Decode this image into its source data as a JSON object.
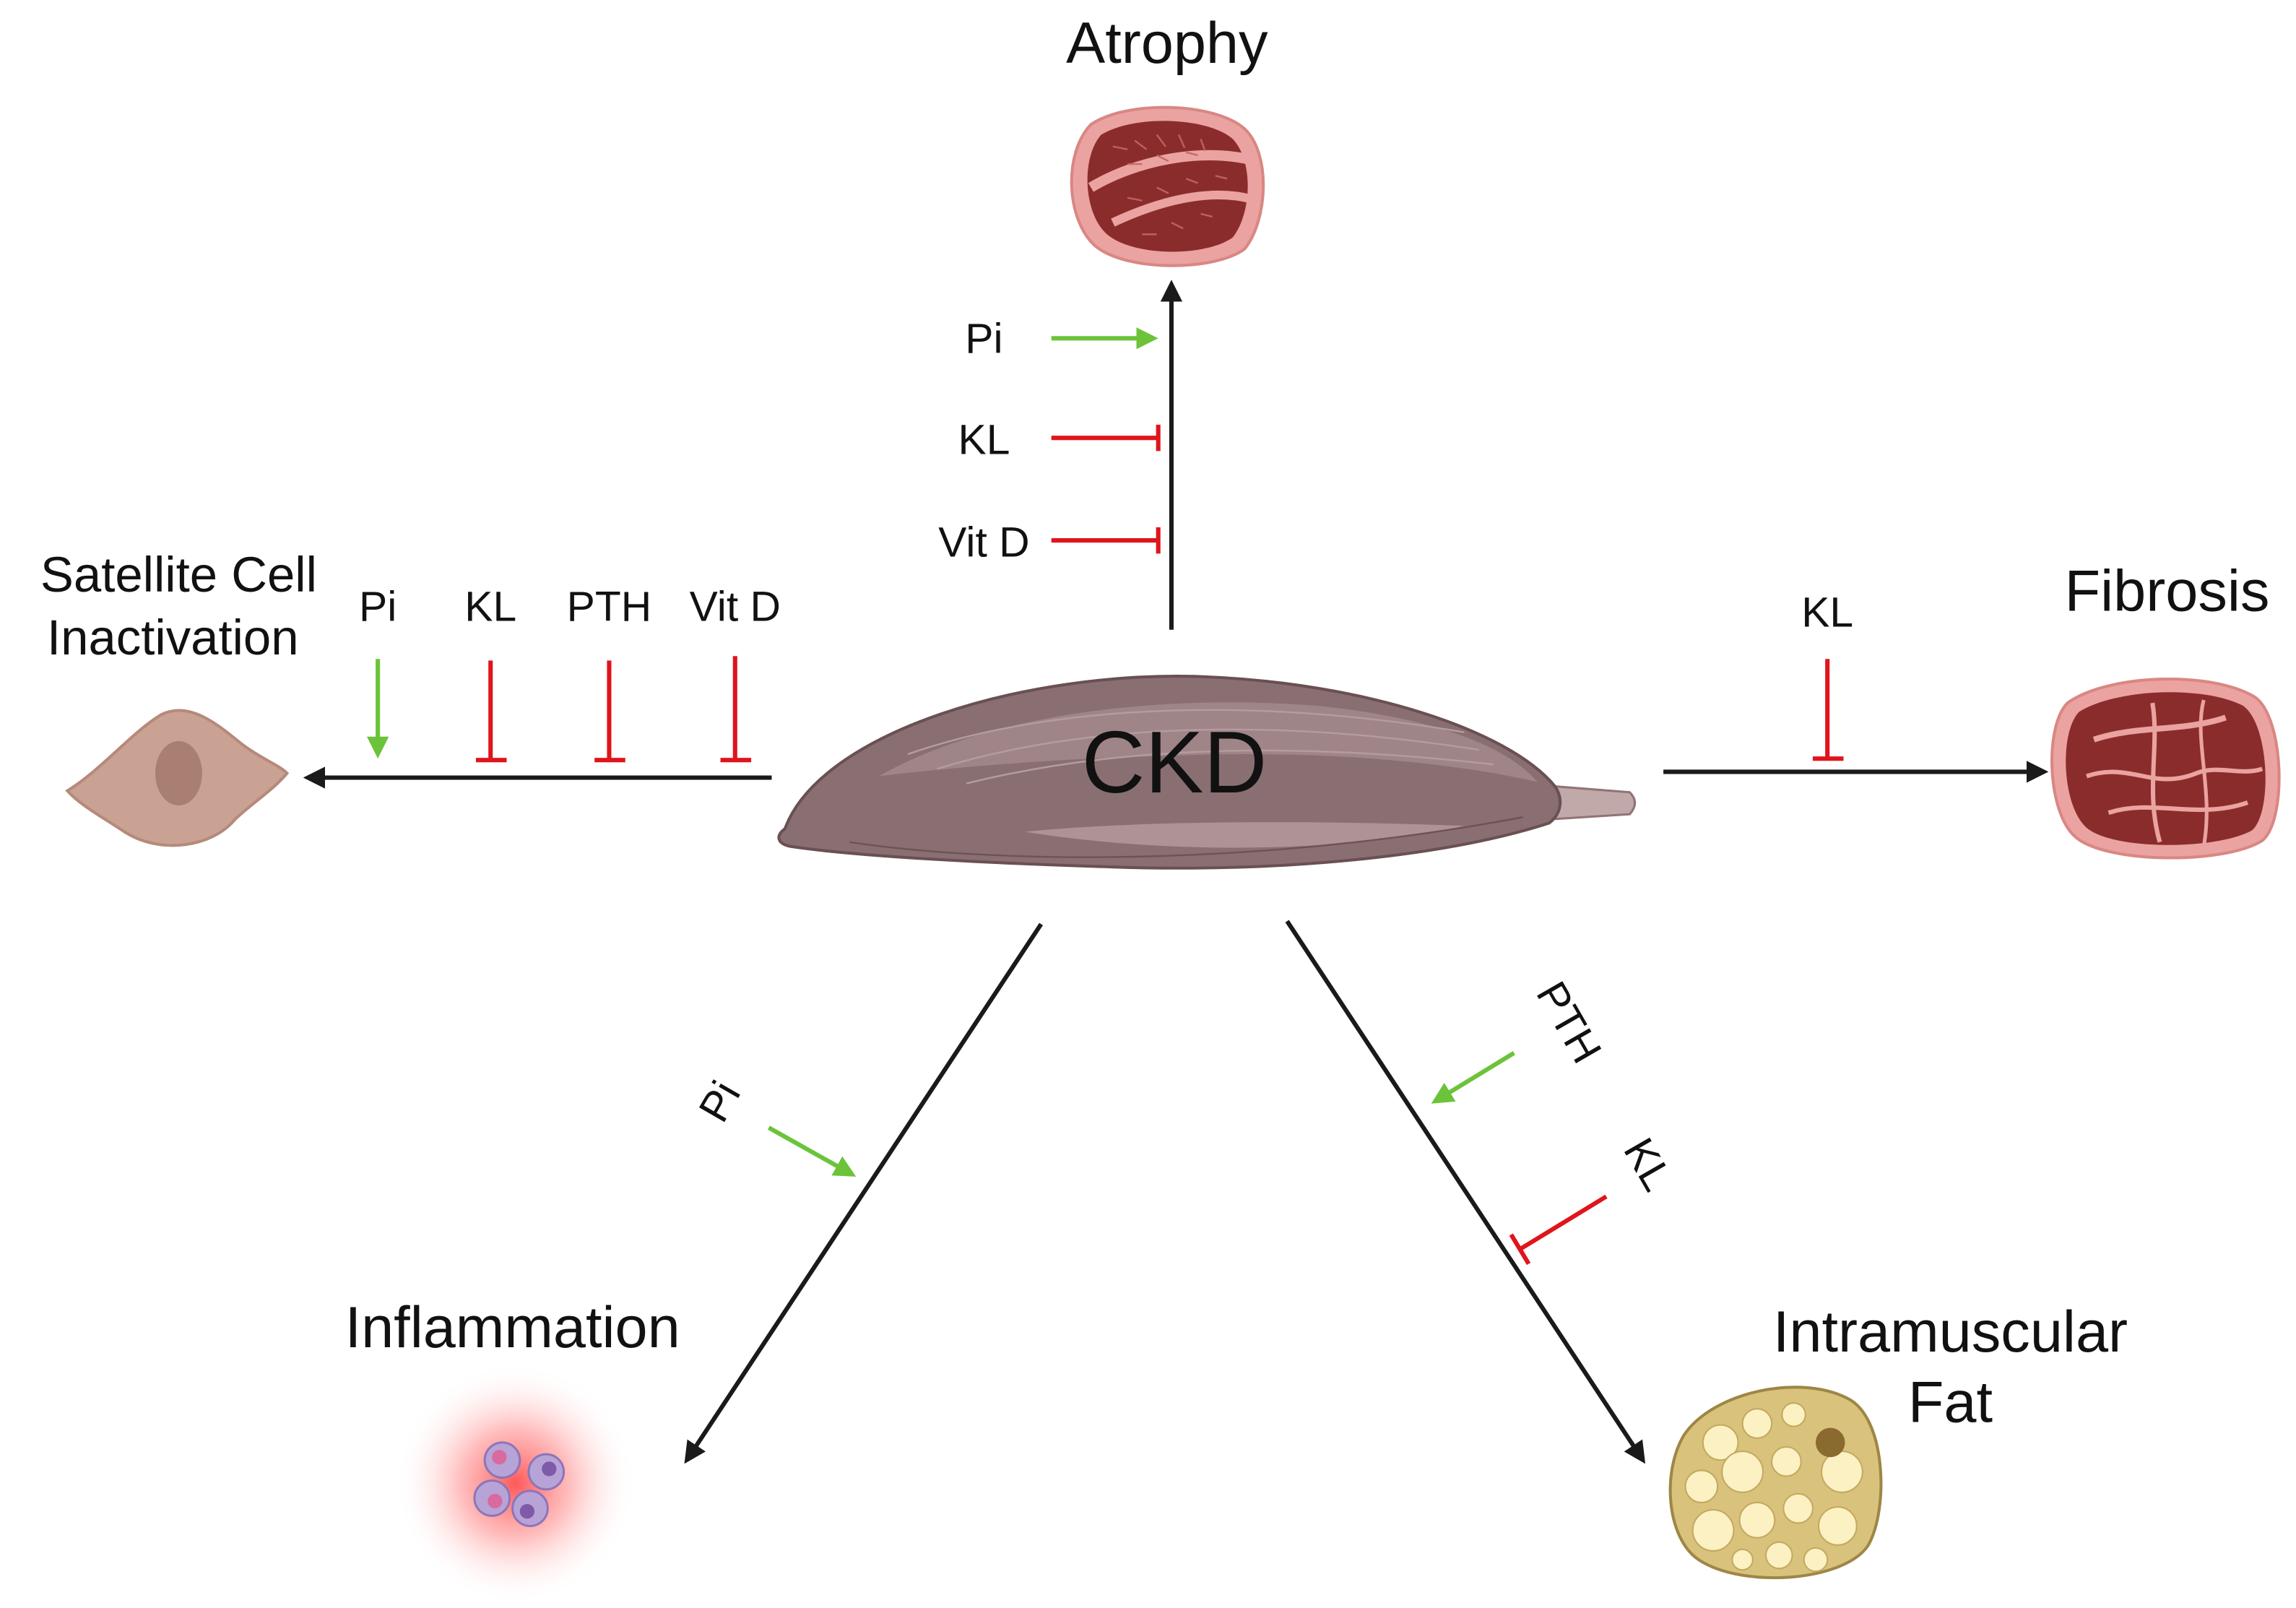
{
  "center": {
    "label": "CKD"
  },
  "outcomes": {
    "atrophy": "Atrophy",
    "satellite_line1": "Satellite Cell",
    "satellite_line2": "Inactivation",
    "fibrosis": "Fibrosis",
    "inflammation": "Inflammation",
    "fat_line1": "Intramuscular",
    "fat_line2": "Fat"
  },
  "modifiers": {
    "atrophy": [
      "Pi",
      "KL",
      "Vit D"
    ],
    "satellite": [
      "Pi",
      "KL",
      "PTH",
      "Vit D"
    ],
    "fibrosis": [
      "KL"
    ],
    "inflammation": [
      "Pi"
    ],
    "fat": [
      "PTH",
      "KL"
    ]
  },
  "colors": {
    "promote": "#6cc33a",
    "inhibit": "#e0141b",
    "arrow": "#1a1a1a",
    "muscle": "#8a6f72",
    "muscle_light": "#a58b8d",
    "tendon": "#c1a9aa",
    "tissue_pink": "#eaa3a0",
    "fascicle": "#8b2c2c",
    "cell": "#c9a294",
    "fat_tissue": "#d9c27c",
    "fat_droplet": "#fbf1c2"
  }
}
